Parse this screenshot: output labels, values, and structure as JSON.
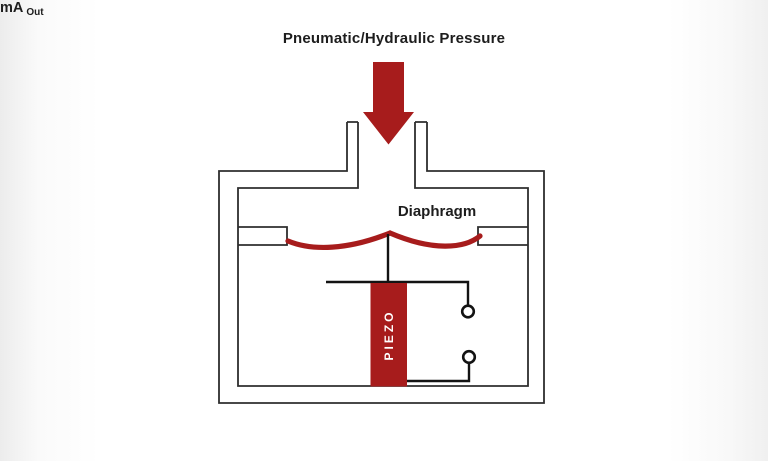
{
  "title": "Pneumatic/Hydraulic Pressure",
  "labels": {
    "diaphragm": "Diaphragm",
    "piezo": "PIEZO",
    "output_unit": "mA",
    "output_subscript": "Out"
  },
  "colors": {
    "accent_red": "#a71c1c",
    "outline_gray": "#2e2e2e",
    "wire_black": "#131313",
    "text_dark": "#1d1d1d",
    "piezo_text": "#ffffff",
    "background": "#ffffff"
  }
}
